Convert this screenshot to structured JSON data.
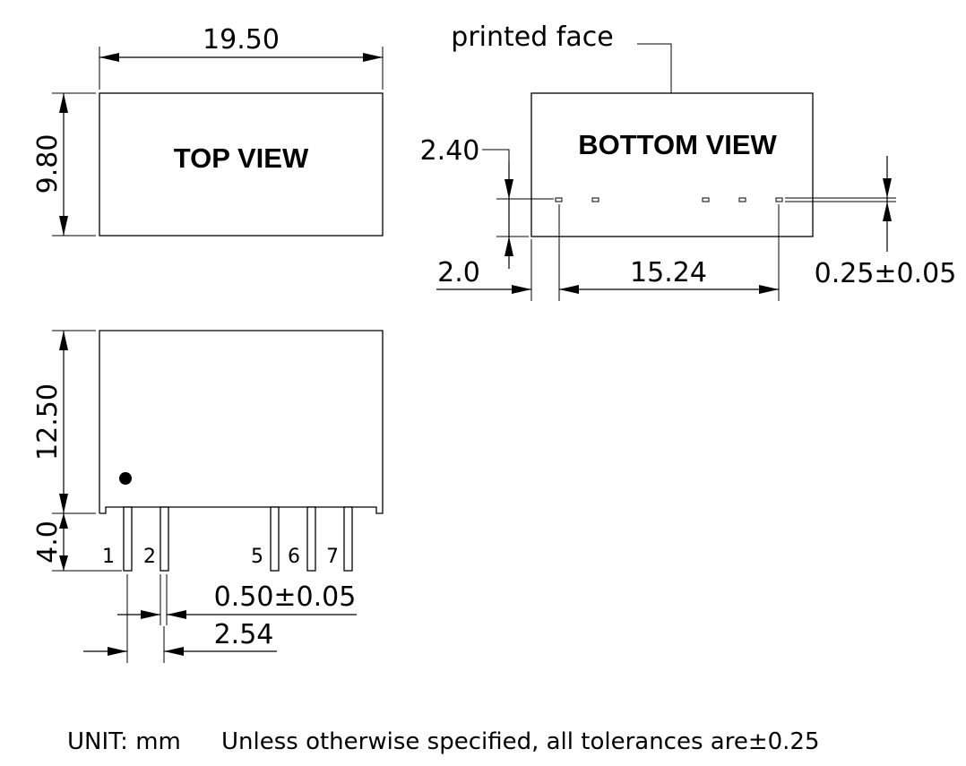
{
  "dimensions": {
    "top_width": "19.50",
    "top_height": "9.80",
    "printed_face": "printed face",
    "pin_offset_y": "2.40",
    "pin_offset_x": "2.0",
    "pin_span": "15.24",
    "pin_thickness": "0.25±0.05",
    "body_height": "12.50",
    "pin_length": "4.0",
    "pin_width": "0.50±0.05",
    "pin_pitch": "2.54"
  },
  "views": {
    "top_view": "TOP VIEW",
    "bottom_view": "BOTTOM VIEW"
  },
  "pins": [
    "1",
    "2",
    "5",
    "6",
    "7"
  ],
  "footer": {
    "unit": "UNIT: mm",
    "tolerance_note": "Unless otherwise specified, all tolerances are±0.25"
  }
}
